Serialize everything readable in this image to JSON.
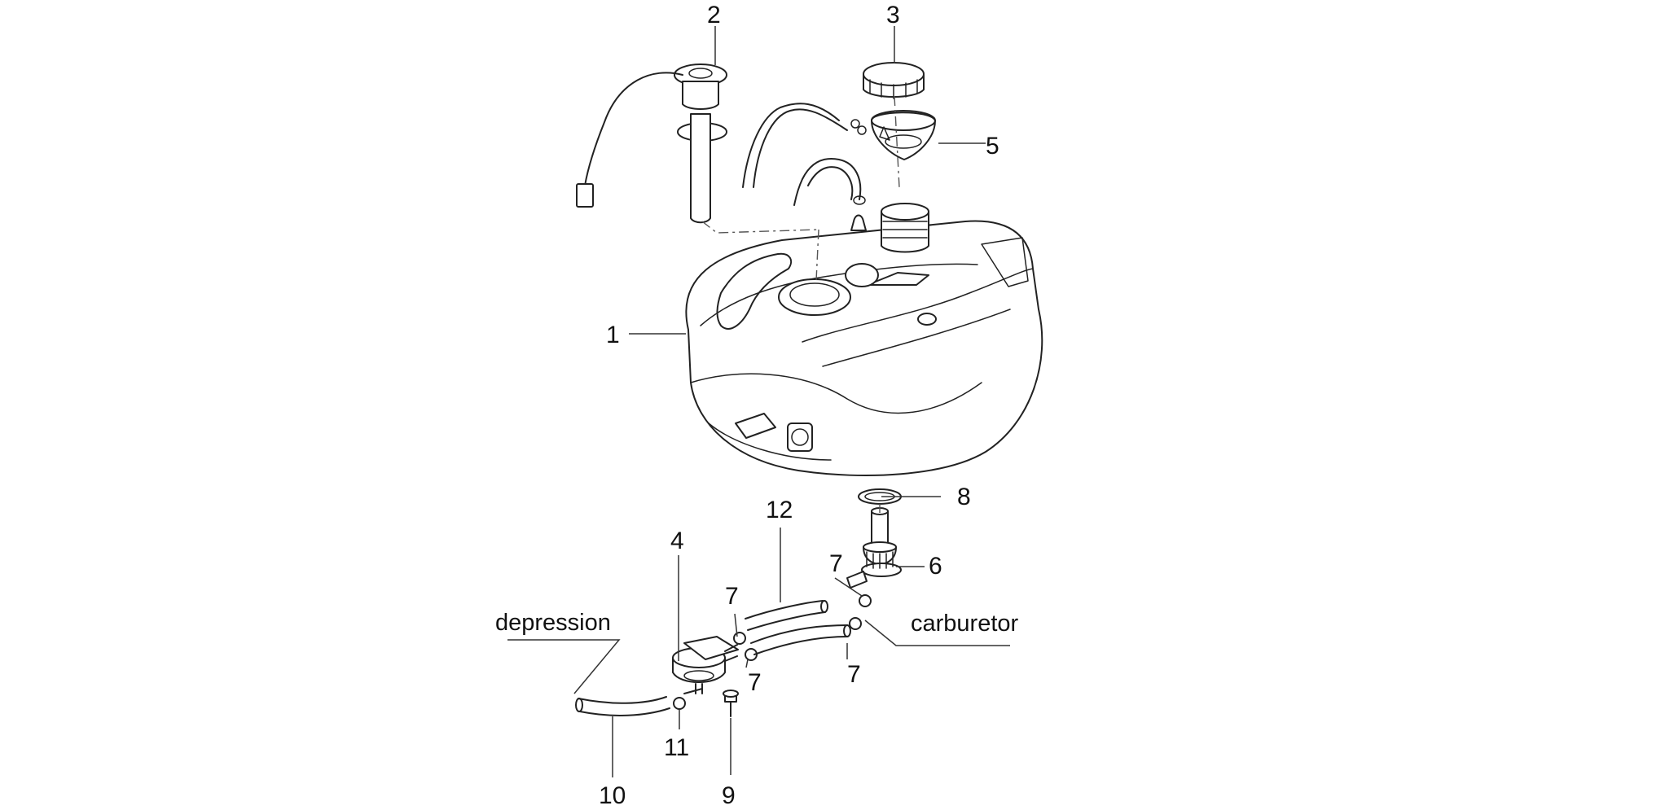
{
  "diagram": {
    "callouts": {
      "c1": "1",
      "c2": "2",
      "c3": "3",
      "c4": "4",
      "c5": "5",
      "c6": "6",
      "c7a": "7",
      "c7b": "7",
      "c7c": "7",
      "c7d": "7",
      "c8": "8",
      "c9": "9",
      "c10": "10",
      "c11": "11",
      "c12": "12"
    },
    "notes": {
      "depression": "depression",
      "carburetor": "carburetor"
    },
    "colors": {
      "line": "#222222",
      "background": "#ffffff"
    }
  }
}
